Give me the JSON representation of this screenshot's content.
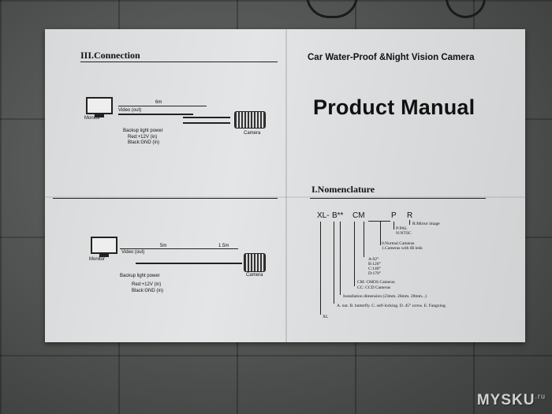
{
  "connection": {
    "section_title": "III.Connection",
    "diagram1": {
      "monitor_label": "Monitor",
      "video_label": "Video (out)",
      "cable_length": "6m",
      "power_label": "Backup light power",
      "red_label": "Red:+12V (in)",
      "black_label": "Black:GND (in)",
      "camera_label": "Camera"
    },
    "diagram2": {
      "monitor_label": "Monitor",
      "video_label": "Video (out)",
      "cable_length_1": "5m",
      "cable_length_2": "1.5m",
      "power_label": "Backup light power",
      "red_label": "Red:+12V (in)",
      "black_label": "Black:GND (in)",
      "camera_label": "Camera"
    }
  },
  "cover": {
    "subtitle": "Car Water-Proof &Night Vision Camera",
    "title": "Product Manual"
  },
  "nomenclature": {
    "section_title": "I.Nomenclature",
    "code": {
      "p1": "XL-",
      "p2": "B**",
      "p3": "CM",
      "p4": "P",
      "p5": "R"
    },
    "entries": {
      "mirror": "R:Mirror image",
      "pal": "P:PAL",
      "ntsc": "N:NTSC",
      "normal": "0.Normal Cameras",
      "irleds": "1.Cameras with IR leds",
      "a": "A:92°",
      "b": "B:120°",
      "c": "C:140°",
      "d": "D:170°",
      "cm": "CM: CMOS Cameras",
      "cc": "CC: CCD Cameras",
      "install": "Installation dimension (23mm. 26mm. 28mm...)",
      "types": "A. nut. B. butterfly. C. self-locking. D. 45° screw. E. Fangxing.",
      "xl": "XL"
    }
  },
  "watermark": {
    "brand": "MYSKU",
    "tld": ".ru"
  }
}
